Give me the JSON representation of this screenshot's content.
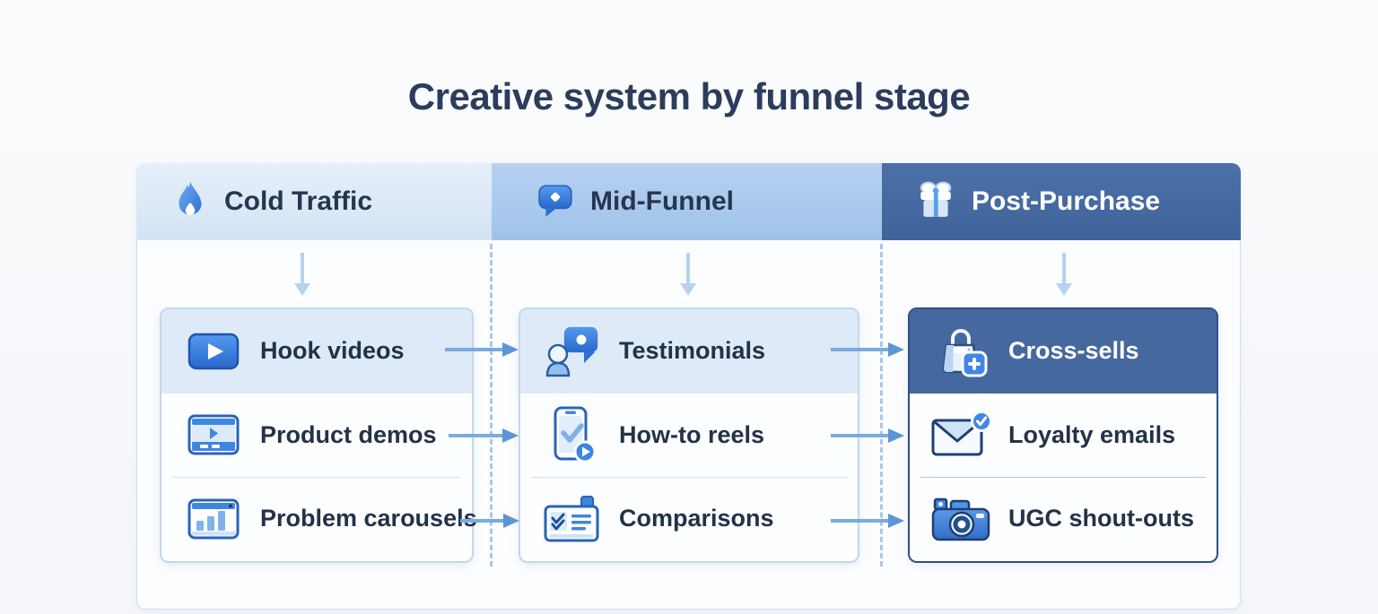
{
  "title": "Creative system by funnel stage",
  "colors": {
    "title_text": "#2c3c5c",
    "cold_header_bg": "#d9e7f6",
    "mid_header_bg": "#abc9ee",
    "post_header_bg": "#45689f",
    "accent_blue": "#3f85e2",
    "arrow_blue": "#79abdf",
    "down_arrow_blue": "#b7d2ee",
    "card_border_light": "#c2d7ee",
    "card_border_dark": "#2e5187",
    "item_text": "#233249"
  },
  "columns": [
    {
      "id": "cold-traffic",
      "label": "Cold Traffic",
      "icon": "flame-icon",
      "items": [
        {
          "label": "Hook videos",
          "icon": "play-video-icon",
          "highlighted": true
        },
        {
          "label": "Product demos",
          "icon": "product-demo-icon",
          "highlighted": false
        },
        {
          "label": "Problem carousels",
          "icon": "carousel-chart-icon",
          "highlighted": false
        }
      ]
    },
    {
      "id": "mid-funnel",
      "label": "Mid-Funnel",
      "icon": "chat-bubble-icon",
      "items": [
        {
          "label": "Testimonials",
          "icon": "person-testimonial-icon",
          "highlighted": true
        },
        {
          "label": "How-to reels",
          "icon": "phone-reel-icon",
          "highlighted": false
        },
        {
          "label": "Comparisons",
          "icon": "comparison-doc-icon",
          "highlighted": false
        }
      ]
    },
    {
      "id": "post-purchase",
      "label": "Post-Purchase",
      "icon": "gift-icon",
      "items": [
        {
          "label": "Cross-sells",
          "icon": "bag-plus-icon",
          "highlighted": true
        },
        {
          "label": "Loyalty emails",
          "icon": "email-check-icon",
          "highlighted": false
        },
        {
          "label": "UGC shout-outs",
          "icon": "camera-icon",
          "highlighted": false
        }
      ]
    }
  ]
}
